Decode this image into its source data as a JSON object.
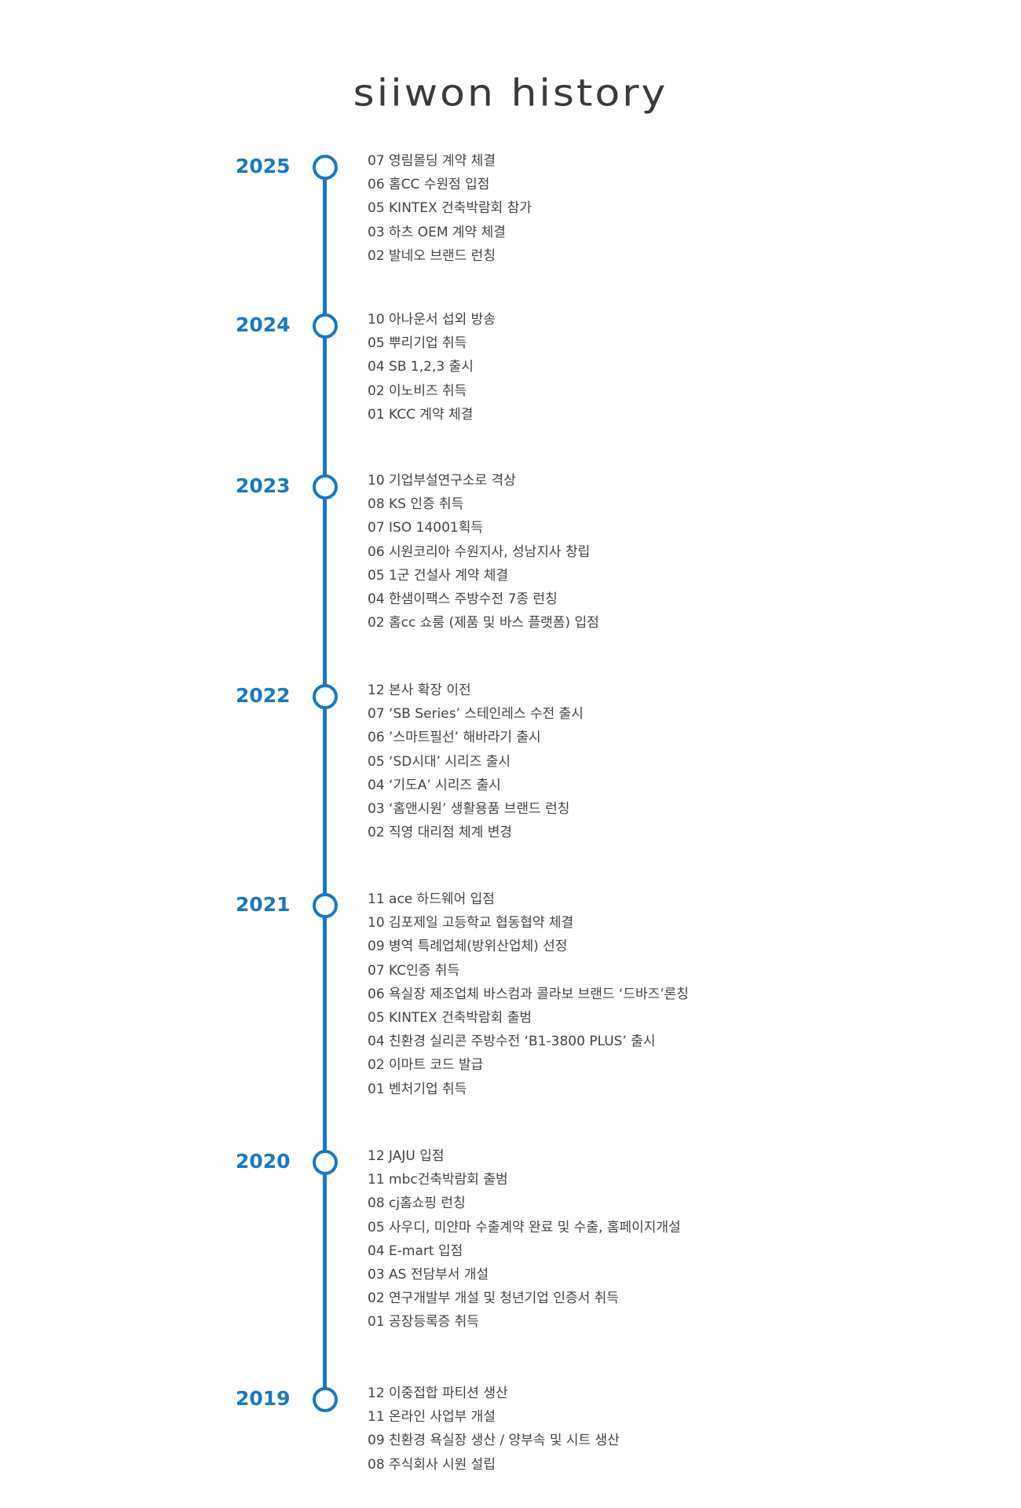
{
  "title": "siiwon history",
  "timeline": [
    {
      "year": "2025",
      "events": [
        "07 영림몰딩 계약 체결",
        "06 홈CC 수원점 입점",
        "05 KINTEX 건축박람회 참가",
        "03 하츠 OEM 계약 체결",
        "02 발네오 브랜드 런칭"
      ]
    },
    {
      "year": "2024",
      "events": [
        "10 아나운서 섭외 방송",
        "05 뿌리기업 취득",
        "04 SB 1,2,3 출시",
        "02 이노비즈 취득",
        "01 KCC 계약 체결"
      ]
    },
    {
      "year": "2023",
      "events": [
        "10 기업부설연구소로 격상",
        "08 KS 인증 취득",
        "07 ISO 14001획득",
        "06 시원코리아 수원지사, 성남지사 창립",
        "05 1군 건설사 계약 체결",
        "04  한샘이팩스 주방수전 7종 런칭",
        "02 홈cc 쇼룸 (제품 및 바스 플랫폼) 입점"
      ]
    },
    {
      "year": "2022",
      "events": [
        "12 본사 확장 이전",
        "07 ‘SB Series’ 스테인레스 수전 출시",
        "06 ’스마트필선’ 해바라기 출시",
        "05 ‘SD시대’ 시리즈 출시",
        "04 ‘기도A’ 시리즈 출시",
        "03 ‘홈앤시원’ 생활용품 브랜드 런칭",
        "02 직영 대리점 체계 변경"
      ]
    },
    {
      "year": "2021",
      "events": [
        "11 ace 하드웨어 입점",
        "10 김포제일 고등학교 협동협약 체결",
        "09 병역 특례업체(방위산업체) 선정",
        "07 KC인증 취득",
        "06 욕실장 제조업체 바스컴과 콜라보 브랜드 ‘드바즈’론칭",
        "05 KINTEX 건축박람회 출범",
        "04 친환경 실리콘 주방수전 ‘B1-3800 PLUS’ 출시",
        "02 이마트 코드 발급",
        "01 벤처기업 취득"
      ]
    },
    {
      "year": "2020",
      "events": [
        "12 JAJU 입점",
        "11 mbc건축박람회 출범",
        "08 cj홈쇼핑 런칭",
        "05 사우디, 미얀마 수출계약 완료 및 수출, 홈페이지개설",
        "04 E-mart 입점",
        "03 AS 전담부서 개설",
        "02 연구개발부 개설 및 청년기업 인증서 취득",
        "01 공장등록증 취득"
      ]
    },
    {
      "year": "2019",
      "events": [
        "12 이중접합 파티션 생산",
        "11 온라인 사업부 개설",
        "09 친환경 욕실장 생산 / 양부속 및 시트 생산",
        "08 주식회사 시원 설립"
      ]
    }
  ]
}
